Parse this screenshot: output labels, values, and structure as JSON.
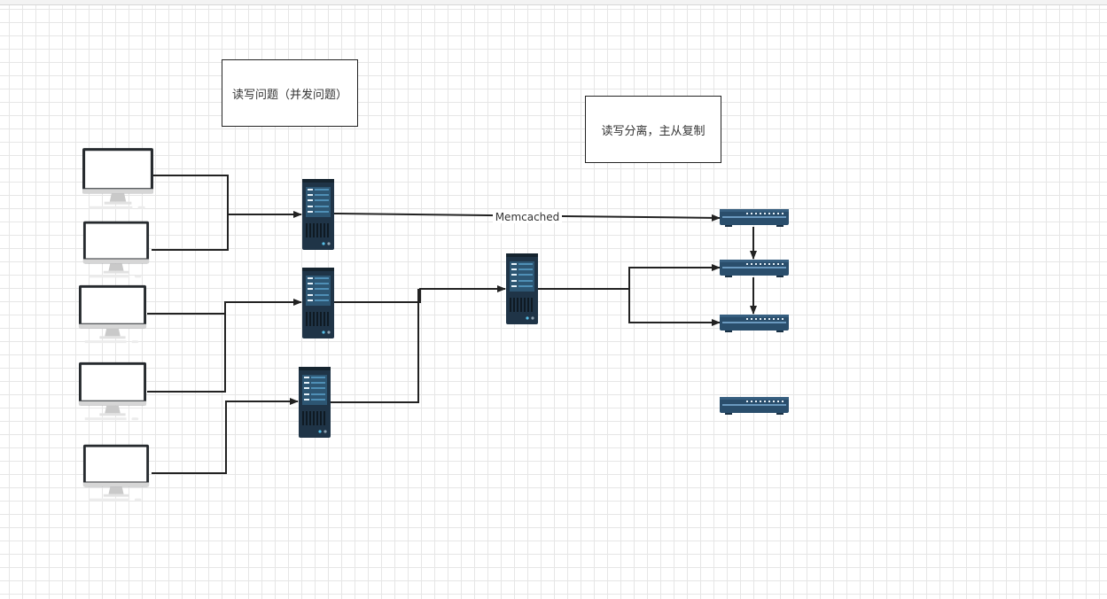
{
  "labels": {
    "box1": "读写问题（并发问题）",
    "box2": "读写分离，主从复制",
    "edge_memcached": "Memcached"
  },
  "colors": {
    "server_dark": "#1f3447",
    "server_panel": "#2d5673",
    "server_bar": "#4f8fb6",
    "switch_body": "#2a4e6c",
    "edge": "#222222"
  },
  "icons": {
    "desktop": "desktop-computer-icon",
    "server": "server-tower-icon",
    "switch": "network-switch-icon"
  }
}
